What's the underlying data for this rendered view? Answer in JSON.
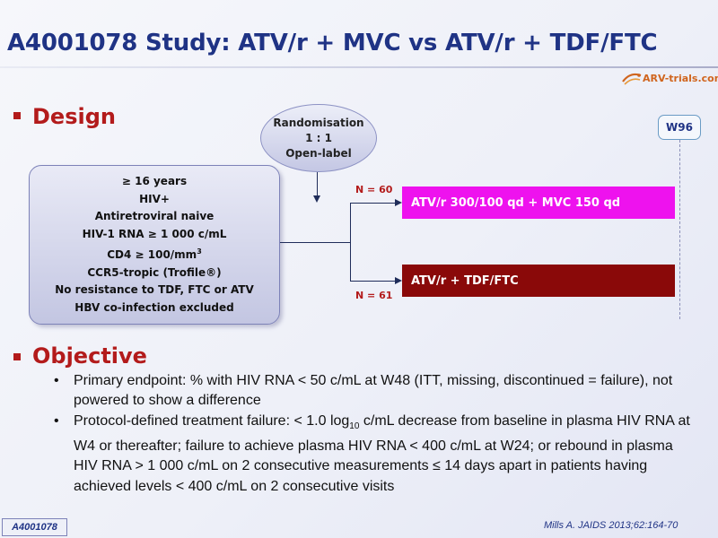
{
  "header": {
    "title": "A4001078 Study: ATV/r + MVC vs ATV/r + TDF/FTC",
    "logo_text": "ARV-trials.com"
  },
  "design": {
    "heading": "Design",
    "randomisation": {
      "line1": "Randomisation",
      "line2": "1 : 1",
      "line3": "Open-label"
    },
    "criteria": [
      "≥ 16 years",
      "HIV+",
      "Antiretroviral naive",
      "HIV-1 RNA ≥ 1 000 c/mL",
      "CD4 ≥ 100/mm",
      "CCR5-tropic  (Trofile®)",
      "No resistance to TDF, FTC or ATV",
      "HBV co-infection excluded"
    ],
    "criteria_cd4_sup": "3",
    "arms": [
      {
        "n_label": "N = 60",
        "label": "ATV/r 300/100 qd + MVC 150 qd",
        "color": "#ee12ee"
      },
      {
        "n_label": "N = 61",
        "label": "ATV/r + TDF/FTC",
        "color": "#8a0909"
      }
    ],
    "timepoint": "W96"
  },
  "objective": {
    "heading": "Objective",
    "bullets": {
      "b1": "Primary endpoint: % with HIV RNA < 50 c/mL at W48 (ITT, missing, discontinued = failure), not powered to show a difference",
      "b2_pre": "Protocol-defined treatment failure: < 1.0 log",
      "b2_sub": "10",
      "b2_post": " c/mL decrease from baseline in plasma HIV RNA at W4 or thereafter; failure to achieve plasma HIV RNA < 400 c/mL at W24; or rebound in plasma HIV RNA > 1 000 c/mL on 2 consecutive measurements ≤ 14 days apart in patients having achieved levels < 400 c/mL on 2 consecutive visits"
    }
  },
  "footer": {
    "study_tag": "A4001078",
    "reference": "Mills A. JAIDS 2013;62:164-70"
  },
  "colors": {
    "title": "#1f3385",
    "accent_red": "#b31b1b"
  }
}
